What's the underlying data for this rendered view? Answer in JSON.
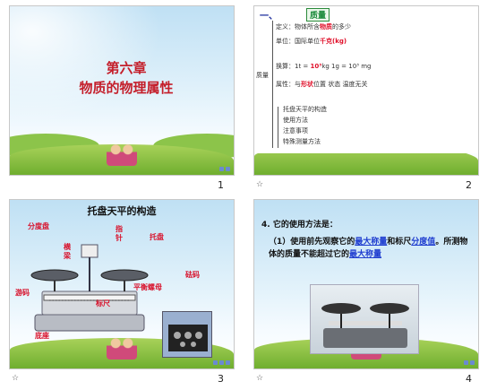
{
  "slide1": {
    "title_line1": "第六章",
    "title_line2": "物质的物理属性",
    "page_number": "1"
  },
  "slide2": {
    "heading": "一、",
    "box_label": "质量",
    "lines": [
      {
        "pre": "定义：物体所含",
        "red": "物质",
        "post": "的多少"
      },
      {
        "pre": "单位：国际单位",
        "red": "千克(kg)",
        "post": ""
      },
      {
        "pre": "换算：1t = ",
        "red": "10³",
        "post": "kg  1g = 10³ mg"
      },
      {
        "pre": "属性：与",
        "red": "形状",
        "post": "位置 状态 温度无关"
      },
      {
        "pre": "",
        "red": "",
        "post": "托盘天平的构造"
      },
      {
        "pre": "",
        "red": "",
        "post": "使用方法"
      },
      {
        "pre": "",
        "red": "",
        "post": "注意事项"
      },
      {
        "pre": "",
        "red": "",
        "post": "特殊测量方法"
      }
    ],
    "left_label": "质量",
    "page_number": "2",
    "star": "☆"
  },
  "slide3": {
    "title": "托盘天平的构造",
    "labels": {
      "scale_plate": "分度盘",
      "beam": "横梁",
      "pointer": "指针",
      "tray": "托盘",
      "weights": "砝码",
      "rider": "游码",
      "ruler": "标尺",
      "balance_nut": "平衡螺母",
      "base": "底座"
    },
    "page_number": "3",
    "star": "☆"
  },
  "slide4": {
    "question": "4. 它的使用方法是：",
    "para_1": "（1）使用前先观察它的",
    "blank_1": "最大称量",
    "para_2": "和标尺",
    "blank_2": "分度值",
    "para_3": "。所测物体的质量不能超过它的",
    "blank_3": "最大称量",
    "page_number": "4",
    "star": "☆"
  }
}
